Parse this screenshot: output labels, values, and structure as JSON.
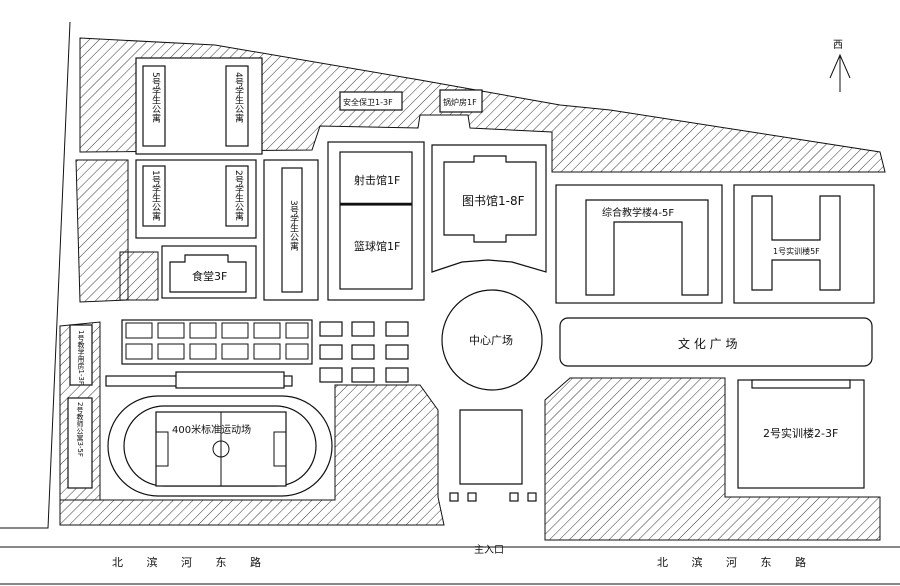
{
  "north_arrow": {
    "label": "西"
  },
  "roads": {
    "left_road": "北 滨 河 东 路",
    "right_road": "北 滨 河 东 路",
    "main_entrance": "主入口"
  },
  "buildings": {
    "dorm_5": "5号学生公寓",
    "dorm_4": "4号学生公寓",
    "dorm_1": "1号学生公寓",
    "dorm_2": "2号学生公寓",
    "dorm_3": "3号学生公寓",
    "canteen": "食堂3F",
    "office": "安全保卫1-3F",
    "boiler": "锅炉房1F",
    "stadium_gym": "射击馆1F",
    "basketball_hall": "篮球馆1F",
    "library": "图书馆1-8F",
    "teaching_building": "综合教学楼4-5F",
    "training_1": "1号实训楼5F",
    "training_2": "2号实训楼2-3F",
    "dorm_tall": "1号教学用房1-3F",
    "dorm_tall_2": "2号教师公寓3-5F",
    "track": "400米标准运动场"
  },
  "areas": {
    "central_plaza": "中心广场",
    "culture_plaza": "文 化 广 场"
  }
}
